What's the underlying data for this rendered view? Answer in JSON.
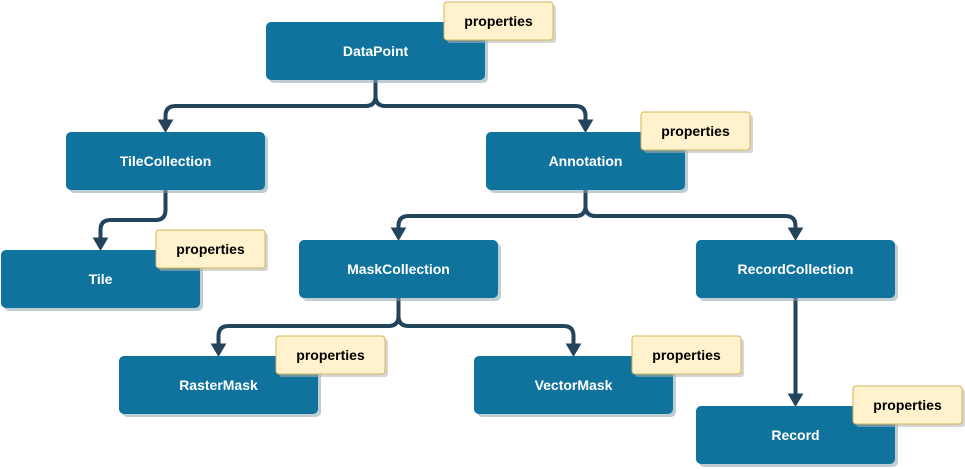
{
  "diagram": {
    "colors": {
      "node_fill": "#10739e",
      "node_text": "#ffffff",
      "connector": "#23445d",
      "note_fill": "#fff2cc",
      "note_border": "#d6b656",
      "note_text": "#000000"
    },
    "nodes": [
      {
        "id": "datapoint",
        "label": "DataPoint",
        "note": "properties"
      },
      {
        "id": "tilecollection",
        "label": "TileCollection",
        "note": ""
      },
      {
        "id": "annotation",
        "label": "Annotation",
        "note": "properties"
      },
      {
        "id": "tile",
        "label": "Tile",
        "note": "properties"
      },
      {
        "id": "maskcollection",
        "label": "MaskCollection",
        "note": ""
      },
      {
        "id": "recordcollection",
        "label": "RecordCollection",
        "note": ""
      },
      {
        "id": "rastermask",
        "label": "RasterMask",
        "note": "properties"
      },
      {
        "id": "vectormask",
        "label": "VectorMask",
        "note": "properties"
      },
      {
        "id": "record",
        "label": "Record",
        "note": "properties"
      }
    ],
    "edges": [
      {
        "from": "datapoint",
        "to": "tilecollection"
      },
      {
        "from": "datapoint",
        "to": "annotation"
      },
      {
        "from": "tilecollection",
        "to": "tile"
      },
      {
        "from": "annotation",
        "to": "maskcollection"
      },
      {
        "from": "annotation",
        "to": "recordcollection"
      },
      {
        "from": "maskcollection",
        "to": "rastermask"
      },
      {
        "from": "maskcollection",
        "to": "vectormask"
      },
      {
        "from": "recordcollection",
        "to": "record"
      }
    ]
  }
}
